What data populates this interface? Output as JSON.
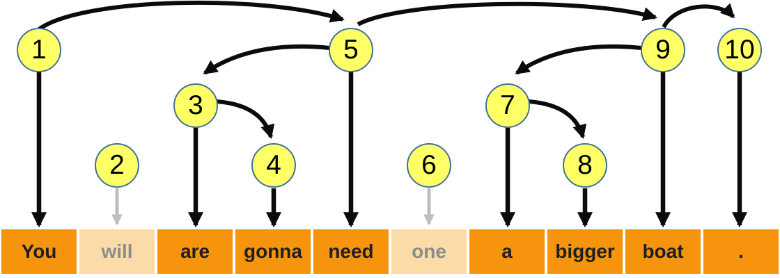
{
  "diagram": {
    "type": "dependency-alignment-figure",
    "colors": {
      "token_box": "#F7940D",
      "token_box_faded": "#FBDCA9",
      "token_text": "#1F1F1F",
      "token_text_faded": "#8C8C8C",
      "node_fill": "#FFFF66",
      "node_border": "#41719C",
      "arrow_black": "#0B0B0B",
      "arrow_gray": "#BEBEBE",
      "background": "#FFFFFF"
    },
    "nodes": [
      {
        "id": 1,
        "label": "1",
        "row": "top",
        "arrow_color": "black",
        "points_to_token": "You"
      },
      {
        "id": 2,
        "label": "2",
        "row": "bottom",
        "arrow_color": "gray",
        "points_to_token": "will"
      },
      {
        "id": 3,
        "label": "3",
        "row": "middle",
        "arrow_color": "black",
        "points_to_token": "are"
      },
      {
        "id": 4,
        "label": "4",
        "row": "bottom",
        "arrow_color": "black",
        "points_to_token": "gonna"
      },
      {
        "id": 5,
        "label": "5",
        "row": "top",
        "arrow_color": "black",
        "points_to_token": "need"
      },
      {
        "id": 6,
        "label": "6",
        "row": "bottom",
        "arrow_color": "gray",
        "points_to_token": "one"
      },
      {
        "id": 7,
        "label": "7",
        "row": "middle",
        "arrow_color": "black",
        "points_to_token": "a"
      },
      {
        "id": 8,
        "label": "8",
        "row": "bottom",
        "arrow_color": "black",
        "points_to_token": "bigger"
      },
      {
        "id": 9,
        "label": "9",
        "row": "top",
        "arrow_color": "black",
        "points_to_token": "boat"
      },
      {
        "id": 10,
        "label": "10",
        "row": "top",
        "arrow_color": "black",
        "points_to_token": "."
      }
    ],
    "tokens": [
      {
        "text": "You",
        "state": "active"
      },
      {
        "text": "will",
        "state": "faded"
      },
      {
        "text": "are",
        "state": "active"
      },
      {
        "text": "gonna",
        "state": "active"
      },
      {
        "text": "need",
        "state": "active"
      },
      {
        "text": "one",
        "state": "faded"
      },
      {
        "text": "a",
        "state": "active"
      },
      {
        "text": "bigger",
        "state": "active"
      },
      {
        "text": "boat",
        "state": "active"
      },
      {
        "text": ".",
        "state": "active"
      }
    ],
    "node_edges": [
      {
        "from": 1,
        "to": 5
      },
      {
        "from": 5,
        "to": 3
      },
      {
        "from": 3,
        "to": 4
      },
      {
        "from": 5,
        "to": 9
      },
      {
        "from": 9,
        "to": 7
      },
      {
        "from": 7,
        "to": 8
      },
      {
        "from": 9,
        "to": 10
      }
    ]
  }
}
